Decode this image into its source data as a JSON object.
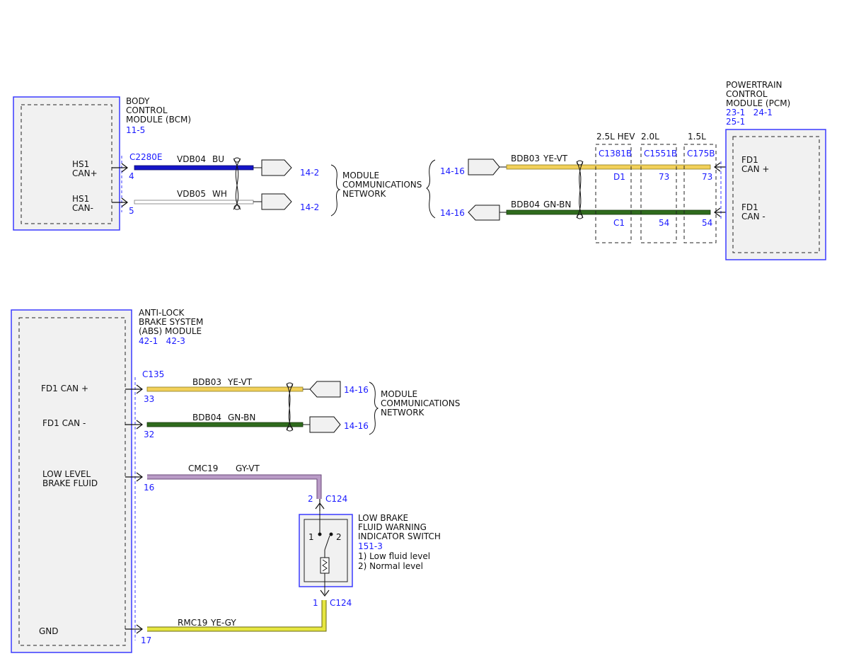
{
  "colors": {
    "module_border": "#3a3aff",
    "module_fill": "#f1f1f1",
    "blue_text": "#1a1aff",
    "wire_bu": "#1414c8",
    "wire_wh": "#ffffff",
    "wire_ye_vt": "#f2d05a",
    "wire_gn_bn": "#2f6b1d",
    "wire_gy_vt": "#b99bc6",
    "wire_ye_gy": "#e6e640"
  },
  "bcm": {
    "name": [
      "BODY",
      "CONTROL",
      "MODULE (BCM)"
    ],
    "ref": "11-5",
    "connector": "C2280E",
    "pins": [
      {
        "label": [
          "HS1",
          "CAN+"
        ],
        "pin": "4",
        "circuit": "VDB04",
        "color": "BU",
        "dest": "14-2"
      },
      {
        "label": [
          "HS1",
          "CAN-"
        ],
        "pin": "5",
        "circuit": "VDB05",
        "color": "WH",
        "dest": "14-2"
      }
    ],
    "network": [
      "MODULE",
      "COMMUNICATIONS",
      "NETWORK"
    ]
  },
  "pcm": {
    "name": [
      "POWERTRAIN",
      "CONTROL",
      "MODULE (PCM)"
    ],
    "refs": [
      "23-1   24-1",
      "25-1"
    ],
    "variants": [
      {
        "engine": "2.5L HEV",
        "connector": "C1381B",
        "pin_hi": "D1",
        "pin_lo": "C1"
      },
      {
        "engine": "2.0L",
        "connector": "C1551B",
        "pin_hi": "73",
        "pin_lo": "54"
      },
      {
        "engine": "1.5L",
        "connector": "C175B",
        "pin_hi": "73",
        "pin_lo": "54"
      }
    ],
    "pins": [
      {
        "label": [
          "FD1",
          "CAN +"
        ],
        "circuit": "BDB03",
        "color": "YE-VT",
        "dest": "14-16"
      },
      {
        "label": [
          "FD1",
          "CAN -"
        ],
        "circuit": "BDB04",
        "color": "GN-BN",
        "dest": "14-16"
      }
    ]
  },
  "abs": {
    "name": [
      "ANTI-LOCK",
      "BRAKE SYSTEM",
      "(ABS) MODULE"
    ],
    "refs": "42-1   42-3",
    "connector": "C135",
    "pins": [
      {
        "label": [
          "FD1 CAN +"
        ],
        "pin": "33",
        "circuit": "BDB03",
        "color": "YE-VT",
        "dest": "14-16"
      },
      {
        "label": [
          "FD1 CAN -"
        ],
        "pin": "32",
        "circuit": "BDB04",
        "color": "GN-BN",
        "dest": "14-16"
      },
      {
        "label": [
          "LOW LEVEL",
          "BRAKE FLUID"
        ],
        "pin": "16",
        "circuit": "CMC19",
        "color": "GY-VT"
      },
      {
        "label": [
          "GND"
        ],
        "pin": "17",
        "circuit": "RMC19",
        "color": "YE-GY"
      }
    ],
    "network": [
      "MODULE",
      "COMMUNICATIONS",
      "NETWORK"
    ]
  },
  "switch": {
    "name": [
      "LOW BRAKE",
      "FLUID WARNING",
      "INDICATOR SWITCH"
    ],
    "ref": "151-3",
    "notes": [
      "1) Low fluid level",
      "2) Normal level"
    ],
    "connector": "C124",
    "pin_top": "2",
    "pin_bottom": "1",
    "pos1": "1",
    "pos2": "2"
  }
}
